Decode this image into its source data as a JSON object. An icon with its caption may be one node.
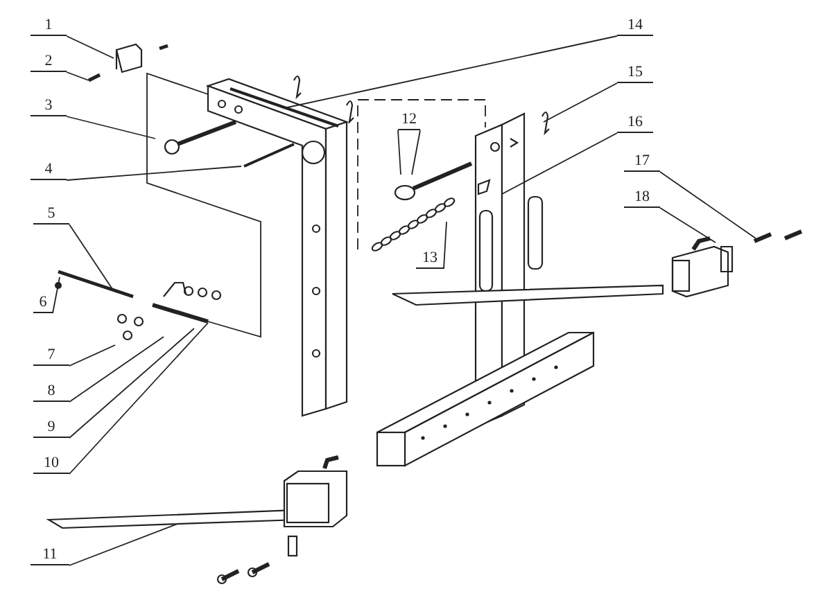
{
  "diagram": {
    "nodes": [
      {
        "text": [
          "1"
        ]
      },
      {
        "text": [
          "2"
        ]
      },
      {
        "text": [
          "3"
        ]
      },
      {
        "text": [
          "4"
        ]
      },
      {
        "text": [
          "5"
        ]
      },
      {
        "text": [
          "6"
        ]
      },
      {
        "text": [
          "7"
        ]
      },
      {
        "text": [
          "8"
        ]
      },
      {
        "text": [
          "9"
        ]
      },
      {
        "text": [
          "10"
        ]
      },
      {
        "text": [
          "11"
        ]
      },
      {
        "text": [
          "12"
        ]
      },
      {
        "text": [
          "13"
        ]
      },
      {
        "text": [
          "14"
        ]
      },
      {
        "text": [
          "15"
        ]
      },
      {
        "text": [
          "16"
        ]
      },
      {
        "text": [
          "17"
        ]
      },
      {
        "text": [
          "18"
        ]
      }
    ],
    "edges": [
      {
        "from": 0,
        "to": null,
        "arrow": "none"
      },
      {
        "from": 1,
        "to": null,
        "arrow": "none"
      },
      {
        "from": 2,
        "to": null,
        "arrow": "none"
      },
      {
        "from": 3,
        "to": null,
        "arrow": "none"
      },
      {
        "from": 4,
        "to": null,
        "arrow": "none"
      },
      {
        "from": 5,
        "to": null,
        "arrow": "none"
      },
      {
        "from": 6,
        "to": null,
        "arrow": "none"
      },
      {
        "from": 7,
        "to": null,
        "arrow": "none"
      },
      {
        "from": 8,
        "to": null,
        "arrow": "none"
      },
      {
        "from": 9,
        "to": null,
        "arrow": "none"
      },
      {
        "from": 10,
        "to": null,
        "arrow": "none"
      },
      {
        "from": 11,
        "to": null,
        "arrow": "none"
      },
      {
        "from": 11,
        "to": null,
        "arrow": "none"
      },
      {
        "from": 12,
        "to": null,
        "arrow": "none"
      },
      {
        "from": 13,
        "to": null,
        "arrow": "none"
      },
      {
        "from": 14,
        "to": null,
        "arrow": "none"
      },
      {
        "from": 15,
        "to": null,
        "arrow": "none"
      },
      {
        "from": 16,
        "to": null,
        "arrow": "none"
      },
      {
        "from": 17,
        "to": null,
        "arrow": "none"
      }
    ]
  }
}
